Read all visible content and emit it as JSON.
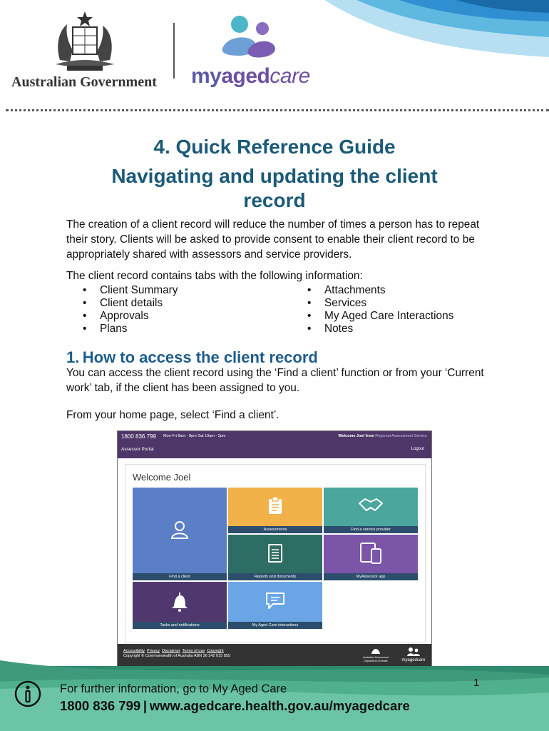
{
  "header": {
    "government_name": "Australian Government",
    "brand": {
      "my": "my",
      "aged": "aged",
      "care": "care"
    }
  },
  "title": "4. Quick Reference Guide",
  "subtitle": "Navigating and updating the client record",
  "intro_paragraph": "The creation of a client record will reduce the number of times a person has to repeat their story. Clients will be asked to provide consent to enable their client record to be appropriately shared with assessors and service providers.",
  "tabs_intro": "The client record contains tabs with the following information:",
  "tabs_left": [
    "Client Summary",
    "Client details",
    "Approvals",
    "Plans"
  ],
  "tabs_right": [
    "Attachments",
    "Services",
    "My Aged Care Interactions",
    "Notes"
  ],
  "section1": {
    "heading": "1. How to access the client record",
    "para1": "You can access the client record using the ‘Find a client’ function or from your ‘Current work’ tab, if the client has been assigned to you.",
    "para2": "From your home page, select ‘Find a client’."
  },
  "portal": {
    "phone": "1800 836 799",
    "hours": "Mon-Fri 8am - 8pm Sat 10am - 2pm",
    "welcome_prefix": "Welcome Joel",
    "welcome_from": "from",
    "welcome_org": "Regional Assessment Service",
    "portal_name": "Assessor Portal",
    "logout": "Logout",
    "greeting": "Welcome Joel",
    "tiles": [
      {
        "label": "Find a client",
        "color": "#5b7fc7",
        "icon": "person-icon"
      },
      {
        "label": "Assessments",
        "color": "#f0b249",
        "icon": "clipboard-icon"
      },
      {
        "label": "Find a service provider",
        "color": "#4ba69e",
        "icon": "handshake-icon"
      },
      {
        "label": "Reports and documents",
        "color": "#2e6d63",
        "icon": "document-icon"
      },
      {
        "label": "MyAssessor app",
        "color": "#7a55a8",
        "icon": "devices-icon"
      },
      {
        "label": "Tasks and notifications",
        "color": "#50376e",
        "icon": "bell-icon"
      },
      {
        "label": "My Aged Care interactions",
        "color": "#6aa6e6",
        "icon": "chat-icon"
      }
    ],
    "footer_links": [
      "Accessibility",
      "Privacy",
      "Disclaimer",
      "Terms of use",
      "Copyright"
    ],
    "copyright": "Copyright © Commonwealth of Australia ABN 36 342 015 855",
    "gov_mini": "Australian Government",
    "dept_mini": "Department of Health",
    "mac_mini": "myagedcare"
  },
  "page_number": "1",
  "footer": {
    "line1": "For further information, go to My Aged Care",
    "line2": "1800 836 799 | www.agedcare.health.gov.au/myagedcare"
  },
  "colors": {
    "title": "#1a5a78",
    "heading": "#1d5c8c",
    "portal_purple": "#4e3768",
    "footer_green": "#3f9a7c"
  }
}
